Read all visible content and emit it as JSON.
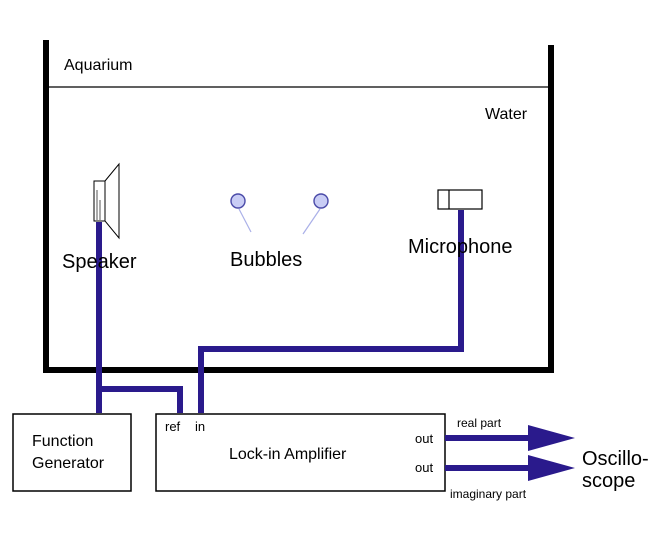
{
  "colors": {
    "background": "#ffffff",
    "outline": "#000000",
    "wire": "#2a1a8c",
    "bubble_fill": "#c9cdf5",
    "bubble_stroke": "#4a4aa8",
    "bubble_line": "#aab0e8"
  },
  "aquarium": {
    "label": "Aquarium",
    "water_label": "Water"
  },
  "speaker": {
    "label": "Speaker",
    "icon": "speaker-icon"
  },
  "bubbles": {
    "label": "Bubbles",
    "count": 2,
    "icon": "bubble-icon"
  },
  "microphone": {
    "label": "Microphone",
    "icon": "microphone-icon"
  },
  "function_generator": {
    "line1": "Function",
    "line2": "Generator"
  },
  "lockin": {
    "title": "Lock-in Amplifier",
    "ref_label": "ref",
    "in_label": "in",
    "out1_label": "out",
    "out2_label": "out"
  },
  "outputs": {
    "real_label": "real part",
    "imaginary_label": "imaginary part"
  },
  "oscilloscope": {
    "line1": "Oscillo-",
    "line2": "scope"
  }
}
